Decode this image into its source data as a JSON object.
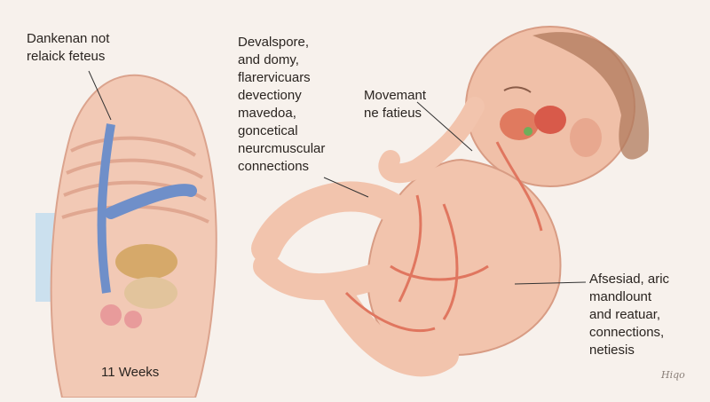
{
  "labels": {
    "top_left": "Dankenan not\nrelaick feteus",
    "middle": "Devalspore,\nand domy,\nflarervicuars\ndevectiony\nmavedoa,\ngoncetical\nneurcmuscular\nconnections",
    "movement": "Movemant\nne fatieus",
    "right": "Afsesiad, aric\nmandlount\nand reatuar,\nconnections,\nnetiesis",
    "weeks": "11 Weeks"
  },
  "signature": "Hiqo",
  "colors": {
    "background": "#f7f1ec",
    "skin": "#f2c4ad",
    "skin_shadow": "#d99a82",
    "muscle": "#e0765f",
    "vessel_blue": "#6f8fc9",
    "organ_tan": "#d6a96a",
    "blue_accent": "#b8d9ef"
  }
}
